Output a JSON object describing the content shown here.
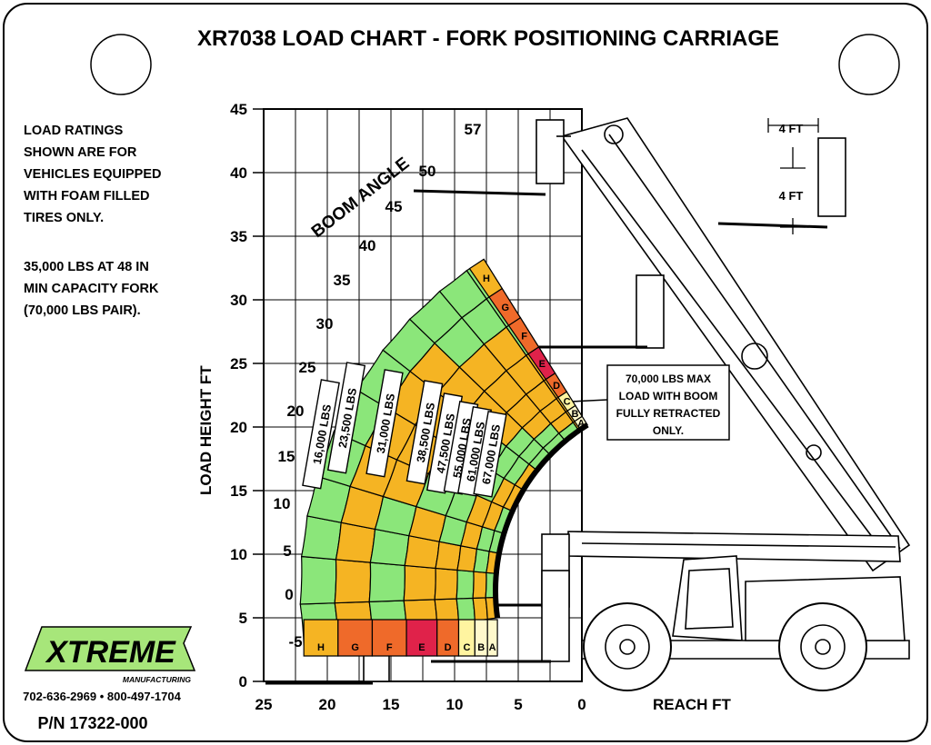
{
  "title": "XR7038 LOAD CHART - FORK POSITIONING CARRIAGE",
  "notes": {
    "tires": [
      "LOAD RATINGS",
      "SHOWN ARE FOR",
      "VEHICLES EQUIPPED",
      "WITH FOAM FILLED",
      "TIRES ONLY."
    ],
    "fork": [
      "35,000 LBS AT 48 IN",
      "MIN CAPACITY FORK",
      "(70,000 LBS PAIR)."
    ]
  },
  "callout": [
    "70,000 LBS MAX",
    "LOAD WITH BOOM",
    "FULLY RETRACTED",
    "ONLY."
  ],
  "dimensions": {
    "offset_horizontal": "4 FT",
    "offset_vertical": "4 FT"
  },
  "brand": {
    "logo": "XTREME",
    "sub": "MANUFACTURING",
    "phone": "702-636-2969 • 800-497-1704",
    "part_number": "P/N  17322-000"
  },
  "colors": {
    "green": "#8BE67A",
    "orange": "#F5B423",
    "red_orange": "#EF6A2A",
    "red": "#E0224A",
    "yellow": "#FFF4A0",
    "cream": "#FFF9CC"
  },
  "chart_data": {
    "type": "load_chart",
    "xlabel": "REACH  FT",
    "ylabel": "LOAD HEIGHT  FT",
    "x_ticks": [
      "25",
      "20",
      "15",
      "10",
      "5",
      "0"
    ],
    "y_ticks": [
      "0",
      "5",
      "10",
      "15",
      "20",
      "25",
      "30",
      "35",
      "40",
      "45"
    ],
    "xlim": [
      25,
      0
    ],
    "ylim": [
      0,
      45
    ],
    "grid": true,
    "boom_angle_label": "BOOM ANGLE",
    "boom_angles": [
      "57",
      "50",
      "45",
      "40",
      "35",
      "30",
      "25",
      "20",
      "15",
      "10",
      "5",
      "0",
      "-5"
    ],
    "extension_zones": [
      "H",
      "G",
      "F",
      "E",
      "D",
      "C",
      "B",
      "A"
    ],
    "load_ratings": [
      "16,000 LBS",
      "23,500 LBS",
      "31,000 LBS",
      "38,500 LBS",
      "47,500 LBS",
      "55,000 LBS",
      "61,000 LBS",
      "67,000 LBS"
    ]
  }
}
